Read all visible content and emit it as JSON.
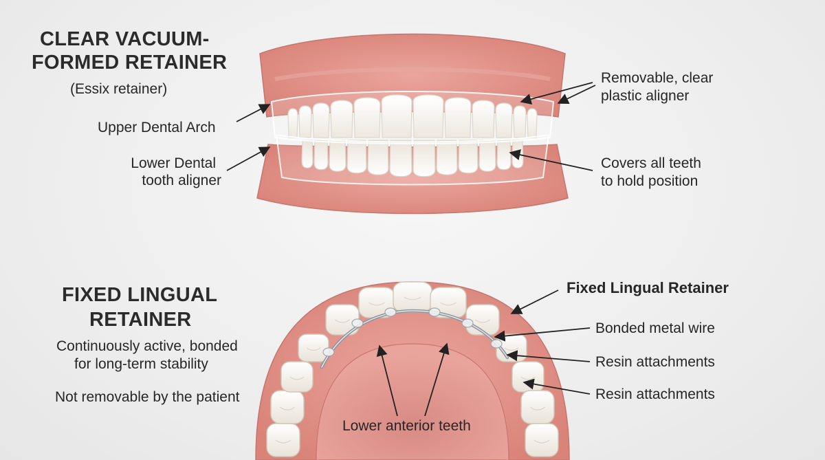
{
  "section_top": {
    "title_line1": "CLEAR VACUUM-",
    "title_line2": "FORMED RETAINER",
    "subtitle": "(Essix retainer)",
    "labels": {
      "upper_arch": "Upper  Dental Arch",
      "lower_line1": "Lower Dental",
      "lower_line2": "tooth aligner",
      "removable_line1": "Removable, clear",
      "removable_line2": "plastic aligner",
      "covers_line1": "Covers all teeth",
      "covers_line2": "to hold position"
    }
  },
  "section_bottom": {
    "title_line1": "FIXED LINGUAL",
    "title_line2": "RETAINER",
    "desc_line1": "Continuously active, bonded",
    "desc_line2": "for long-term stability",
    "desc_line3": "Not removable by the patient",
    "labels": {
      "fixed": "Fixed Lingual Retainer",
      "wire": "Bonded metal wire",
      "resin1": "Resin attachments",
      "resin2": "Resin attachments",
      "anterior": "Lower anterior teeth"
    }
  },
  "colors": {
    "gum": "#e2948c",
    "gum_dark": "#c9766f",
    "tooth": "#f7f4ee",
    "tooth_shadow": "#ddd6ca",
    "background": "#efefef"
  }
}
